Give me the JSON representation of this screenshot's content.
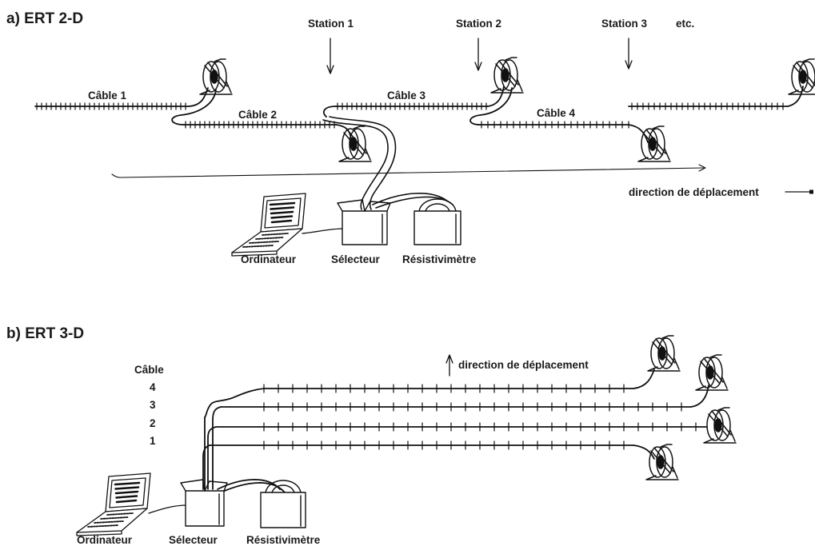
{
  "panel_a": {
    "title": "a) ERT 2-D",
    "stations": [
      "Station 1",
      "Station 2",
      "Station 3"
    ],
    "etc": "etc.",
    "cables": [
      "Câble 1",
      "Câble 2",
      "Câble 3",
      "Câble 4"
    ],
    "direction": "direction de déplacement",
    "devices": {
      "computer": "Ordinateur",
      "selector": "Sélecteur",
      "meter": "Résistivimètre"
    }
  },
  "panel_b": {
    "title": "b) ERT 3-D",
    "cable_header": "Câble",
    "cable_numbers": [
      "4",
      "3",
      "2",
      "1"
    ],
    "direction": "direction de déplacement",
    "devices": {
      "computer": "Ordinateur",
      "selector": "Sélecteur",
      "meter": "Résistivimètre"
    }
  }
}
